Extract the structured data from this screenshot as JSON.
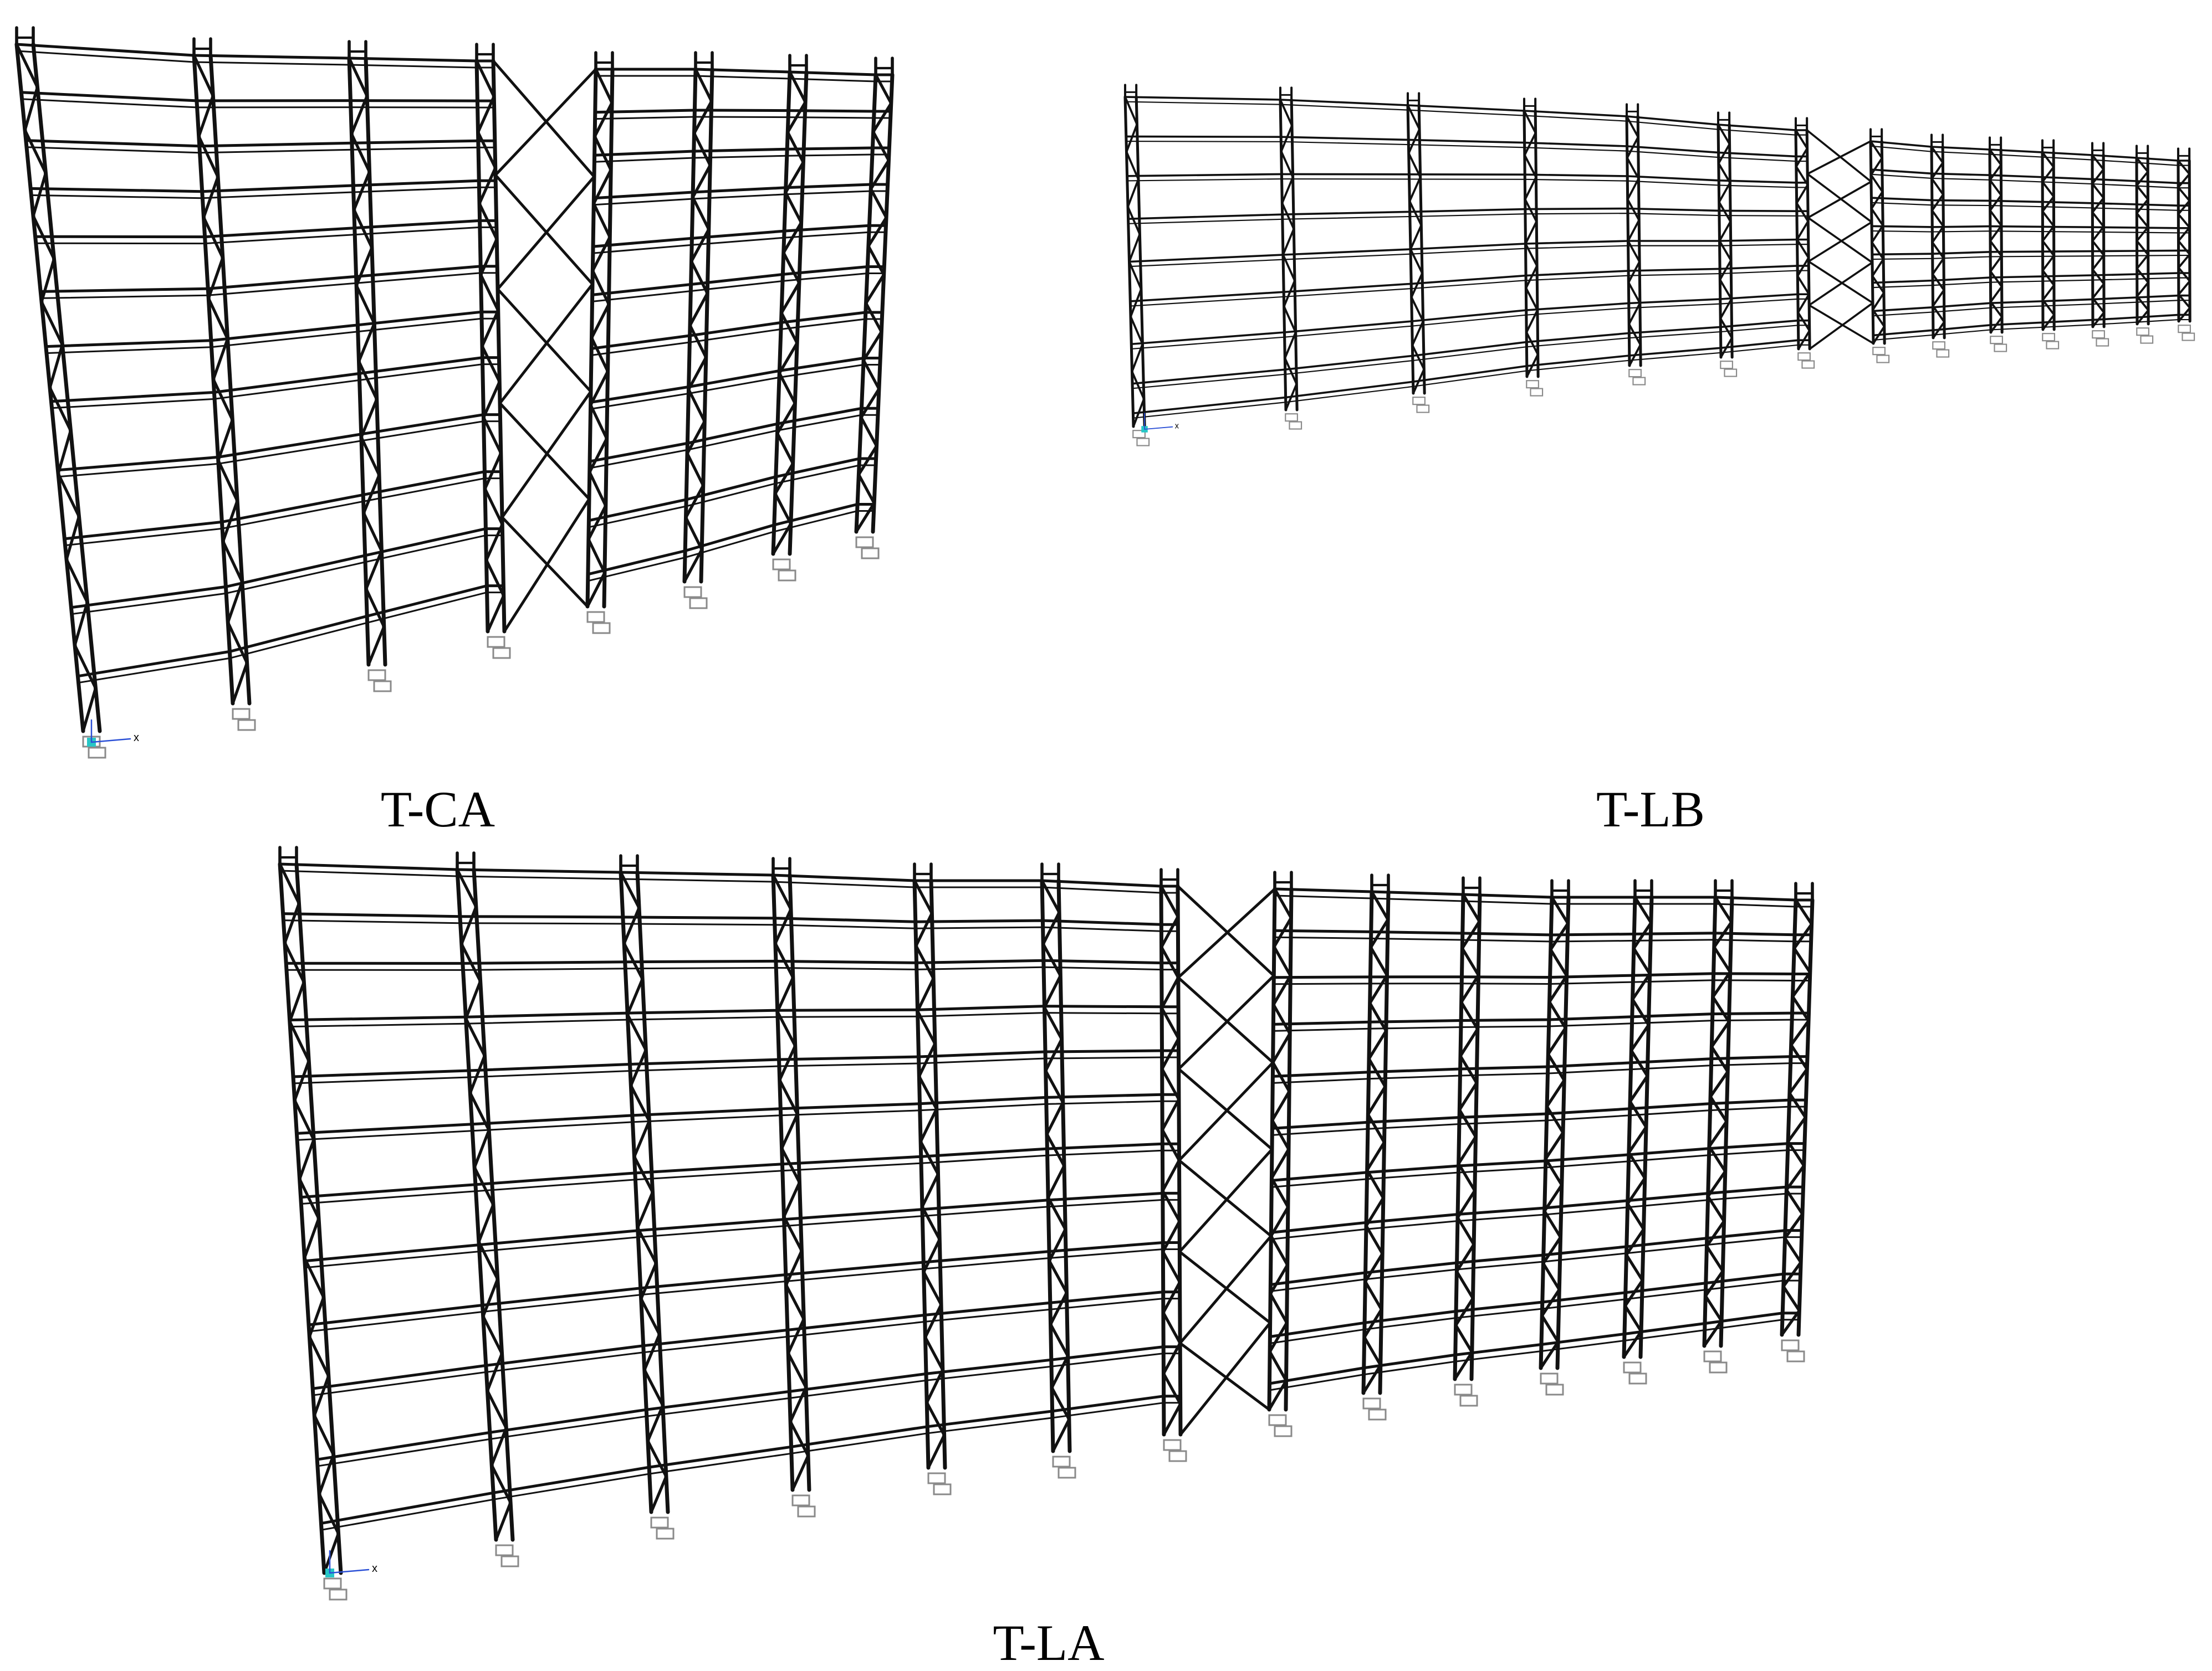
{
  "figure": {
    "panels": [
      {
        "id": "ca",
        "label": "T-CA",
        "axis_label": "x"
      },
      {
        "id": "lb",
        "label": "T-LB",
        "axis_label": "x"
      },
      {
        "id": "la",
        "label": "T-LA",
        "axis_label": "x"
      }
    ],
    "colors": {
      "frame": "#111111",
      "support": "#8a8a8a",
      "axis_origin": "#26c6c6",
      "background": "#ffffff"
    }
  }
}
